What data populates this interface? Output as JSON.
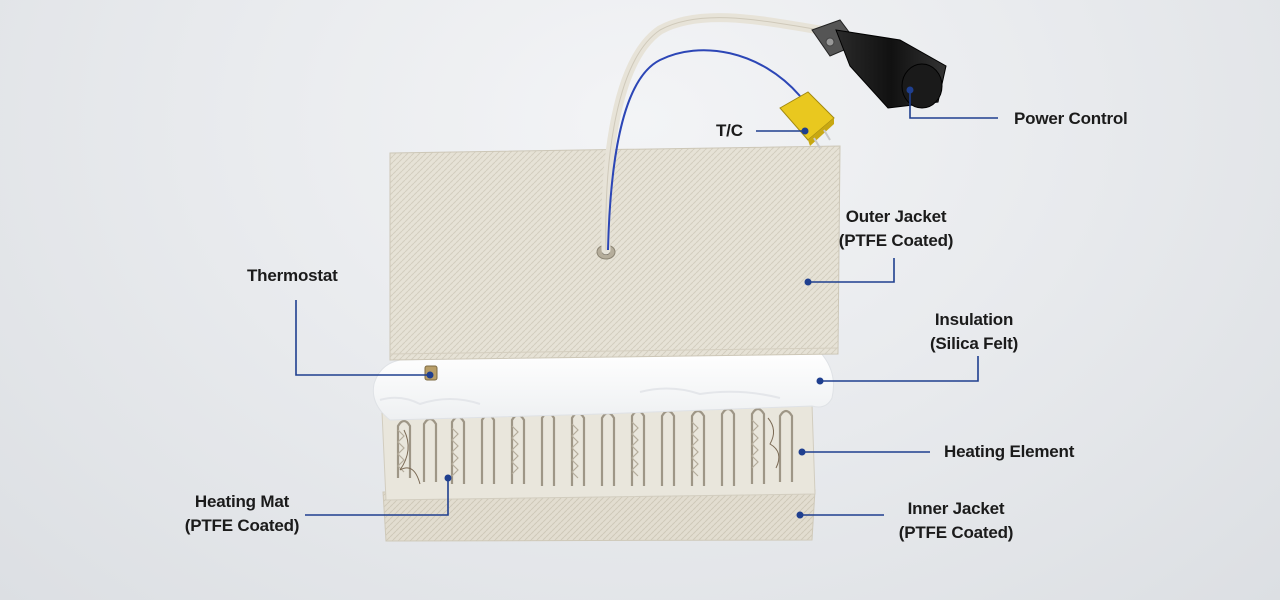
{
  "accent_color": "#1f3f8f",
  "labels": {
    "power_control": "Power Control",
    "tc": "T/C",
    "outer_jacket_line1": "Outer Jacket",
    "outer_jacket_line2": "(PTFE Coated)",
    "thermostat": "Thermostat",
    "insulation_line1": "Insulation",
    "insulation_line2": "(Silica Felt)",
    "heating_element": "Heating Element",
    "heating_mat_line1": "Heating Mat",
    "heating_mat_line2": "(PTFE Coated)",
    "inner_jacket_line1": "Inner Jacket",
    "inner_jacket_line2": "(PTFE Coated)"
  }
}
